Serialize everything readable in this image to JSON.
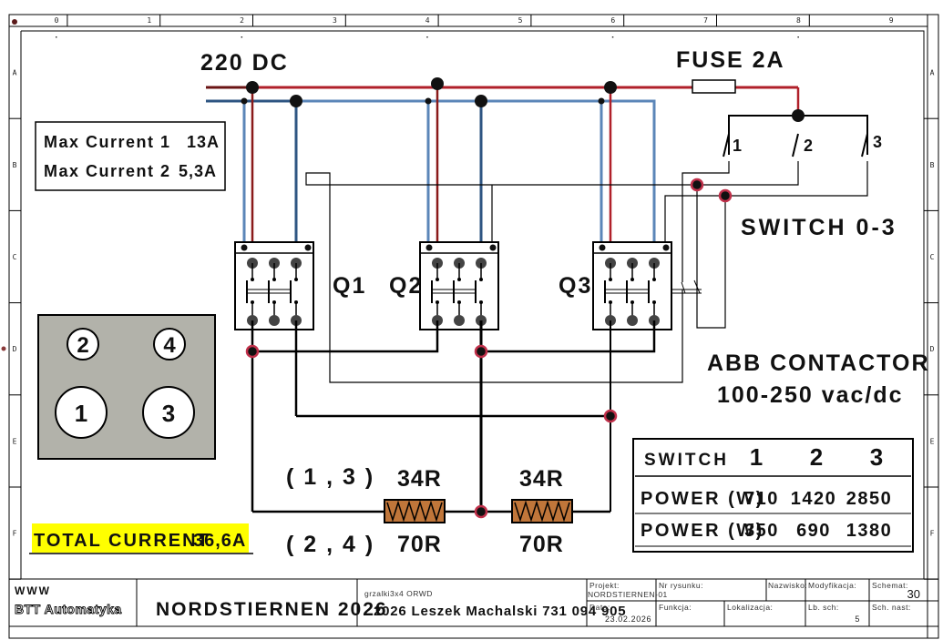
{
  "frame": {
    "columns": [
      "0",
      "1",
      "2",
      "3",
      "4",
      "5",
      "6",
      "7",
      "8",
      "9"
    ],
    "rows": [
      "A",
      "B",
      "C",
      "D",
      "E",
      "F"
    ]
  },
  "labels": {
    "supply": "220 DC",
    "fuse": "FUSE 2A",
    "switch_title": "SWITCH 0-3",
    "switch_positions": [
      "1",
      "2",
      "3"
    ],
    "contactors": [
      "Q1",
      "Q2",
      "Q3"
    ],
    "contactor_note_line1": "ABB CONTACTOR",
    "contactor_note_line2": "100-250 vac/dc",
    "resistor_groups": [
      "( 1 , 3 )",
      "( 2 , 4 )"
    ],
    "resistors": [
      {
        "top": "34R",
        "bottom": "70R"
      },
      {
        "top": "34R",
        "bottom": "70R"
      }
    ]
  },
  "max_current": [
    {
      "label": "Max Current 1",
      "value": "13A"
    },
    {
      "label": "Max Current 2",
      "value": "5,3A"
    }
  ],
  "hotplate": {
    "small_burners": [
      "2",
      "4"
    ],
    "large_burners": [
      "1",
      "3"
    ]
  },
  "total_current": {
    "label": "TOTAL CURRENT",
    "value": "36,6A"
  },
  "power_table": {
    "header": [
      "SWITCH",
      "1",
      "2",
      "3"
    ],
    "rows": [
      [
        "POWER (W)",
        "710",
        "1420",
        "2850"
      ],
      [
        "POWER (W)",
        "350",
        "690",
        "1380"
      ]
    ]
  },
  "title_block": {
    "company_line1": "WWW",
    "company_line2": "BTT Automatyka",
    "title": "NORDSTIERNEN 2026",
    "file": "grzalki3x4 ORWD",
    "author": "2026 Leszek Machalski 731 094 905",
    "projekt_label": "Projekt:",
    "projekt_value": "NORDSTIERNEN-01",
    "nr_rysunku_label": "Nr rysunku:",
    "nazwisko_label": "Nazwisko:",
    "modyfikacja_label": "Modyfikacja:",
    "schemat_label": "Schemat:",
    "schemat_value": "30",
    "data_label": "Data:",
    "data_value": "23.02.2026",
    "funkcja_label": "Funkcja:",
    "lokalizacja_label": "Lokalizacja:",
    "lb_sch_label": "Lb. sch:",
    "lb_sch_value": "5",
    "sch_nast_label": "Sch. nast:"
  },
  "colors": {
    "positive_wire": "#b0202a",
    "negative_wire_light": "#5b86b8",
    "negative_wire_dark": "#2e5582",
    "junction_ring": "#c0304a",
    "resistor_fill": "#c0763a",
    "hotplate_bg": "#b2b2aa",
    "highlight": "#ffff00"
  }
}
